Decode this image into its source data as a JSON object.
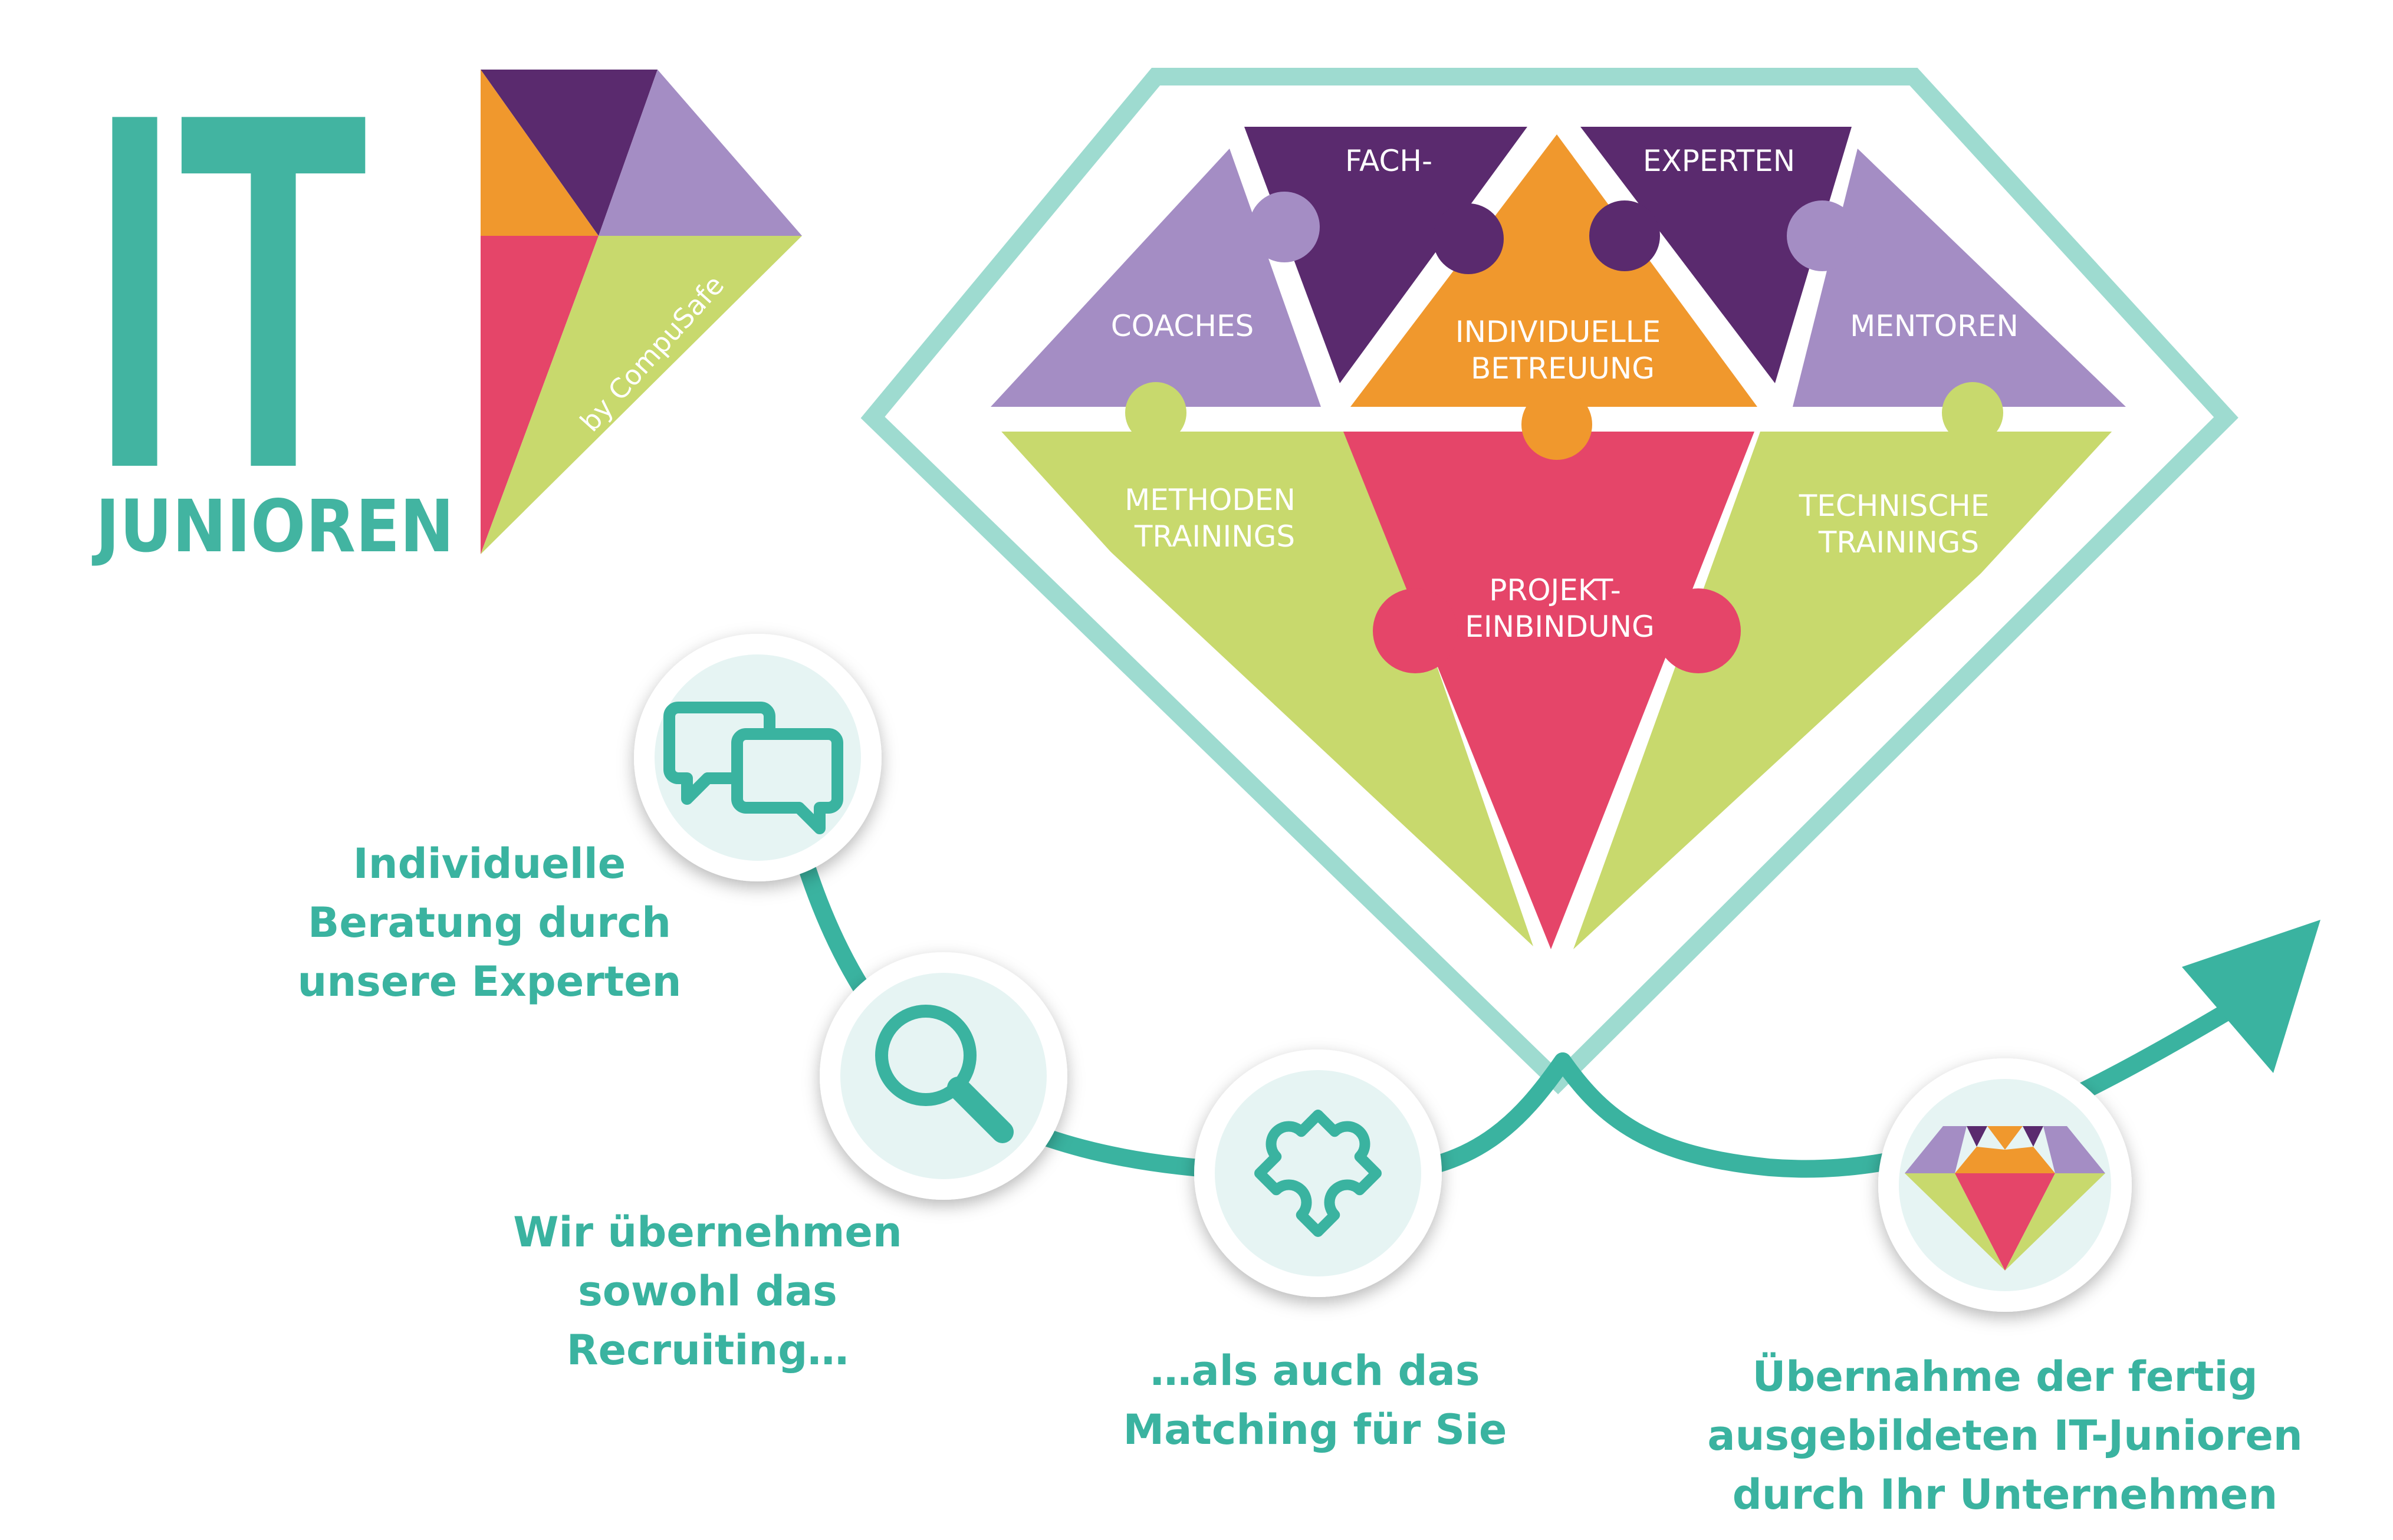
{
  "logo": {
    "big": "IT",
    "sub": "JUNIOREN",
    "byline": "by CompuSafe",
    "colors": {
      "teal": "#42b4a1",
      "purple": "#5a2a6e",
      "lavender": "#a48dc4",
      "orange": "#f0982d",
      "pink": "#e54569",
      "lime": "#c8d96d"
    }
  },
  "diamond": {
    "pieces": [
      {
        "name": "coaches",
        "lines": [
          "COACHES"
        ]
      },
      {
        "name": "fach",
        "lines": [
          "FACH-"
        ]
      },
      {
        "name": "experten",
        "lines": [
          "EXPERTEN"
        ]
      },
      {
        "name": "betreuung",
        "lines": [
          "INDIVIDUELLE",
          "BETREUUNG"
        ]
      },
      {
        "name": "mentoren",
        "lines": [
          "MENTOREN"
        ]
      },
      {
        "name": "methoden",
        "lines": [
          "METHODEN",
          "TRAININGS"
        ]
      },
      {
        "name": "projekt",
        "lines": [
          "PROJEKT-",
          "EINBINDUNG"
        ]
      },
      {
        "name": "technische",
        "lines": [
          "TECHNISCHE",
          "TRAININGS"
        ]
      }
    ]
  },
  "steps": [
    {
      "icon": "chat-bubbles-icon",
      "lines": [
        "Individuelle",
        "Beratung durch",
        "unsere Experten"
      ]
    },
    {
      "icon": "magnifier-icon",
      "lines": [
        "Wir übernehmen",
        "sowohl das",
        "Recruiting…"
      ]
    },
    {
      "icon": "puzzle-piece-icon",
      "lines": [
        "…als auch das",
        "Matching für Sie"
      ]
    },
    {
      "icon": "diamond-icon",
      "lines": [
        "Übernahme der fertig",
        "ausgebildeten IT-Junioren",
        "durch Ihr Unternehmen"
      ]
    }
  ]
}
